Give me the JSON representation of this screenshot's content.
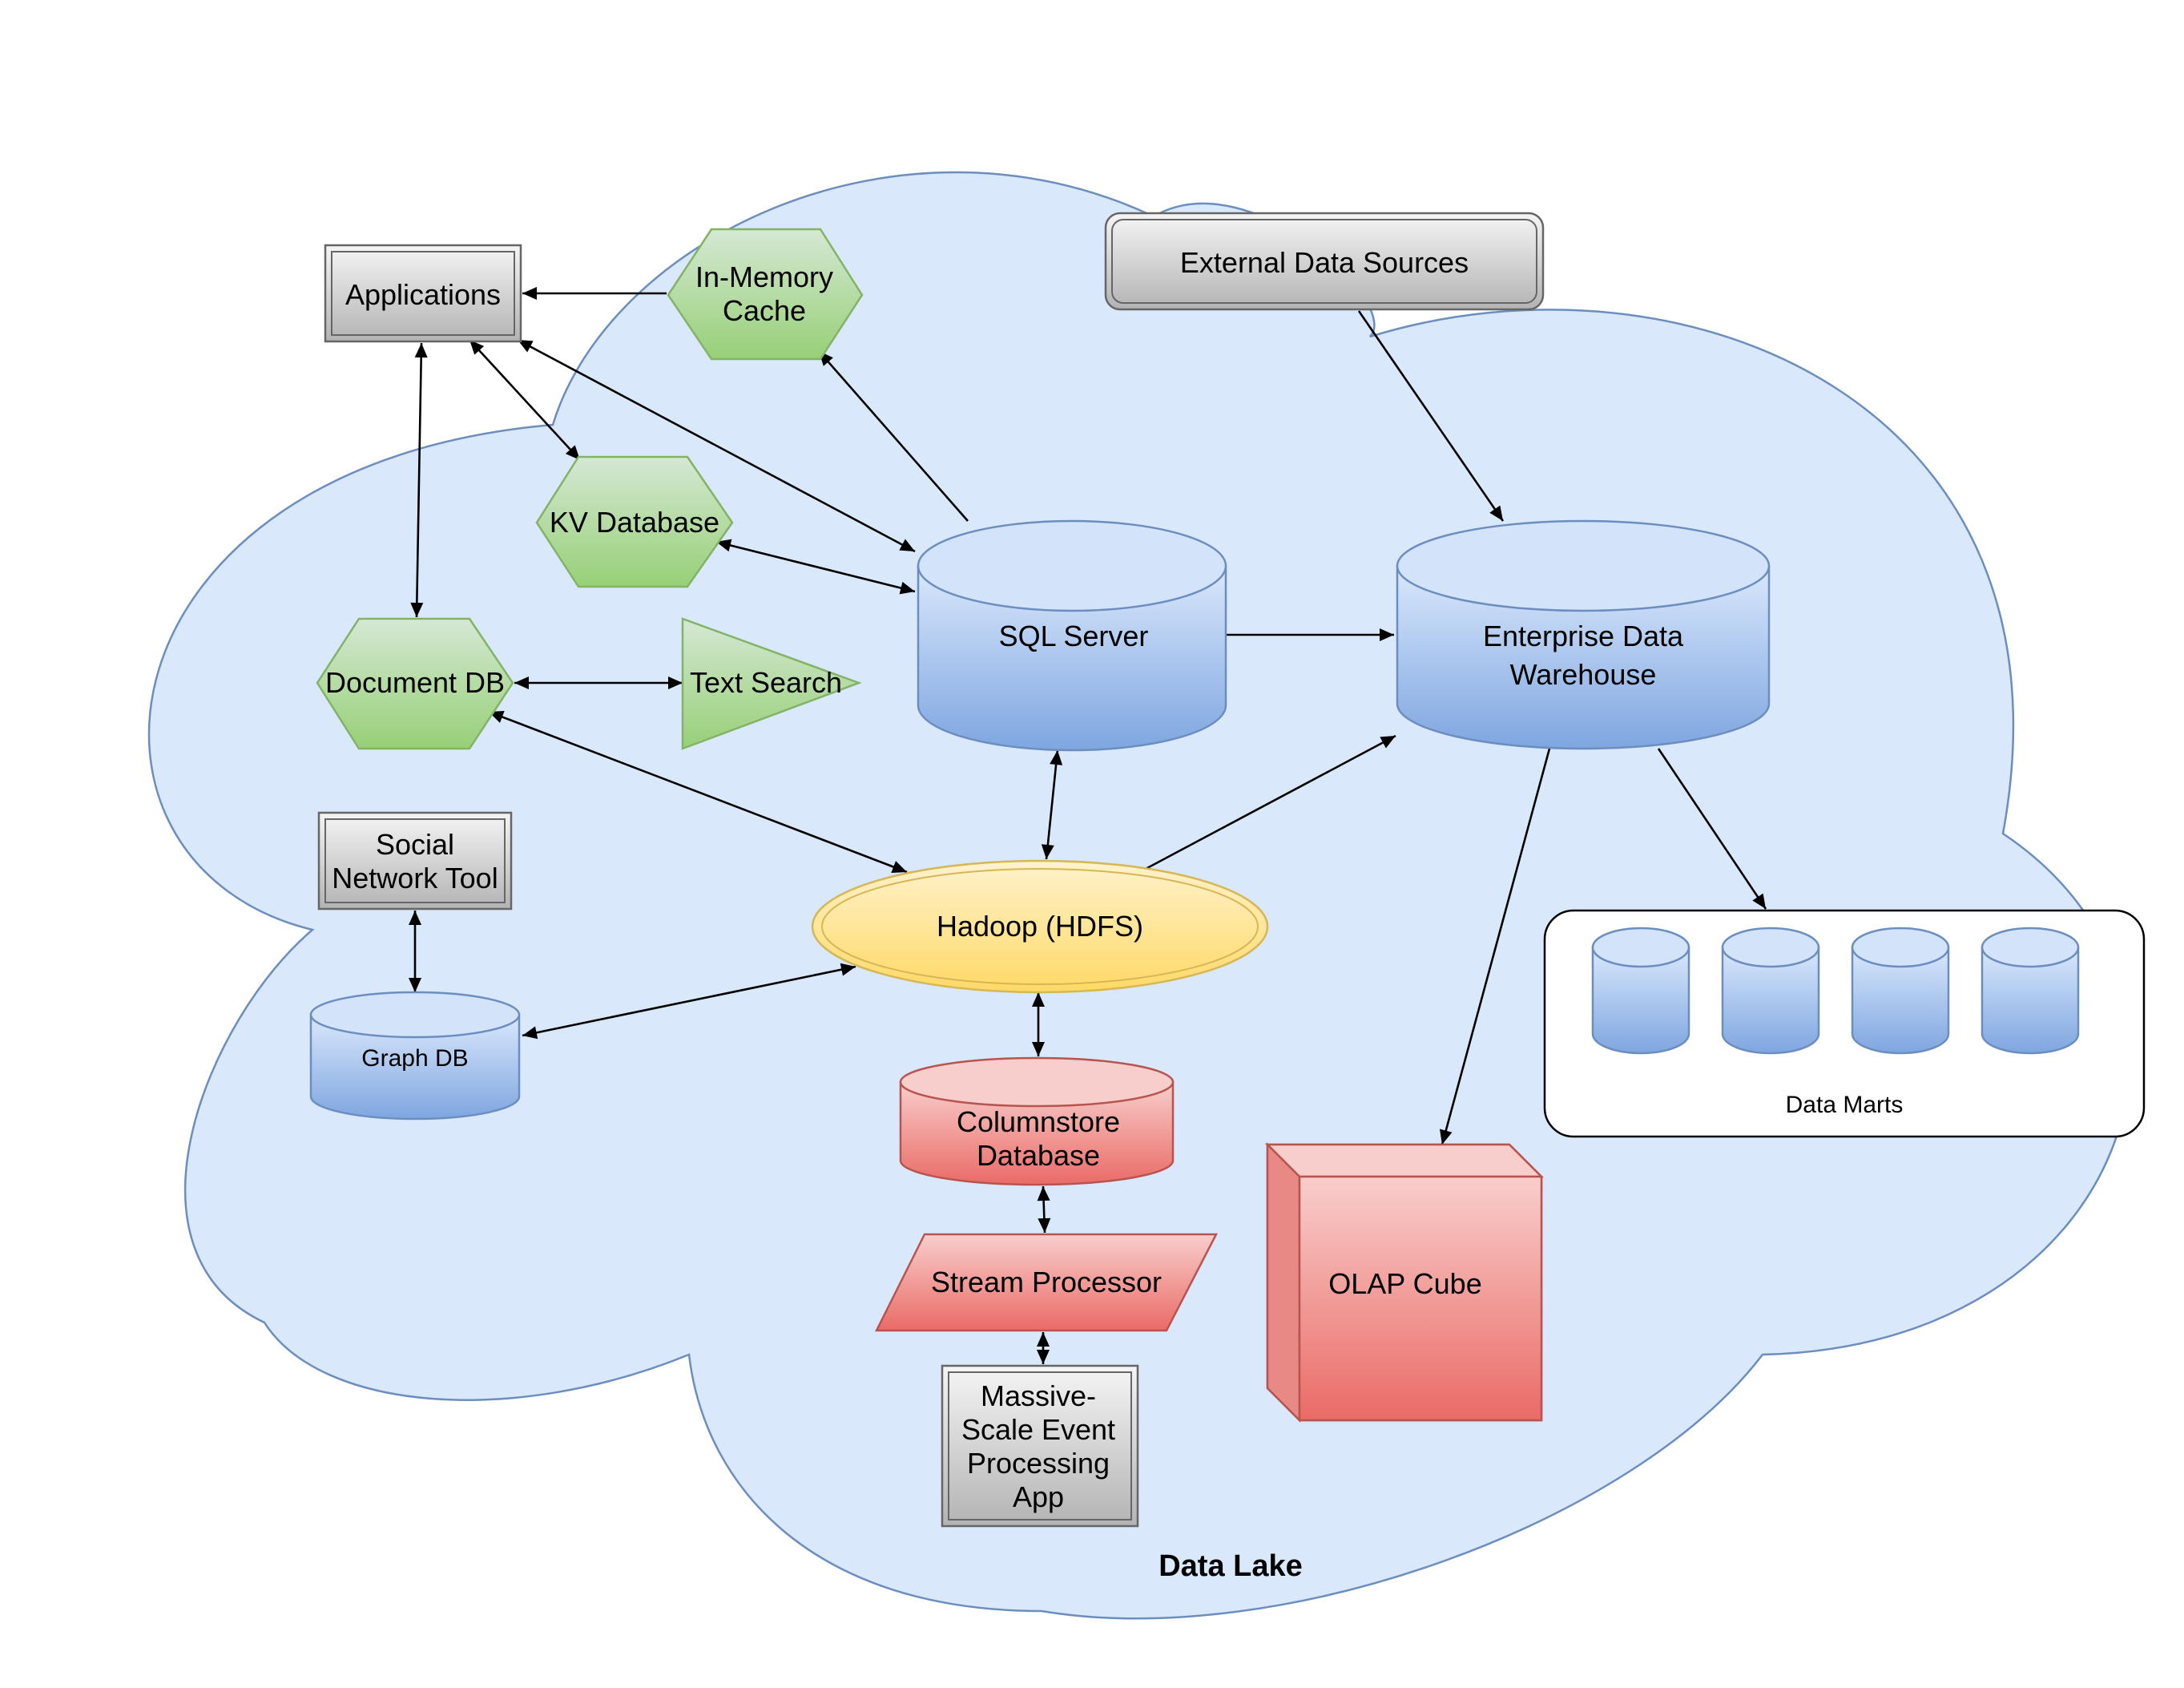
{
  "diagram": {
    "lake_label": "Data Lake",
    "nodes": {
      "applications": "Applications",
      "in_memory_cache": [
        "In-Memory",
        "Cache"
      ],
      "external_sources": "External Data Sources",
      "kv_database": "KV Database",
      "sql_server": "SQL Server",
      "edw": [
        "Enterprise Data",
        "Warehouse"
      ],
      "document_db": "Document DB",
      "text_search": "Text Search",
      "social_network_tool": [
        "Social",
        "Network Tool"
      ],
      "hadoop": "Hadoop (HDFS)",
      "graph_db": "Graph DB",
      "columnstore": [
        "Columnstore",
        "Database"
      ],
      "stream_processor": "Stream Processor",
      "event_app": [
        "Massive-",
        "Scale Event",
        "Processing",
        "App"
      ],
      "olap_cube": "OLAP Cube",
      "data_marts": "Data Marts"
    },
    "colors": {
      "lake_fill": "#dae8fc",
      "lake_stroke": "#6c8ebf",
      "green_fill": "#97d077",
      "green_stroke": "#82b366",
      "blue_fill": "#7ea6e0",
      "red_fill": "#ea6b66",
      "red_stroke": "#b85450",
      "yellow_fill": "#ffd966",
      "yellow_stroke": "#d6b656",
      "gray_fill": "#b3b3b3"
    }
  }
}
